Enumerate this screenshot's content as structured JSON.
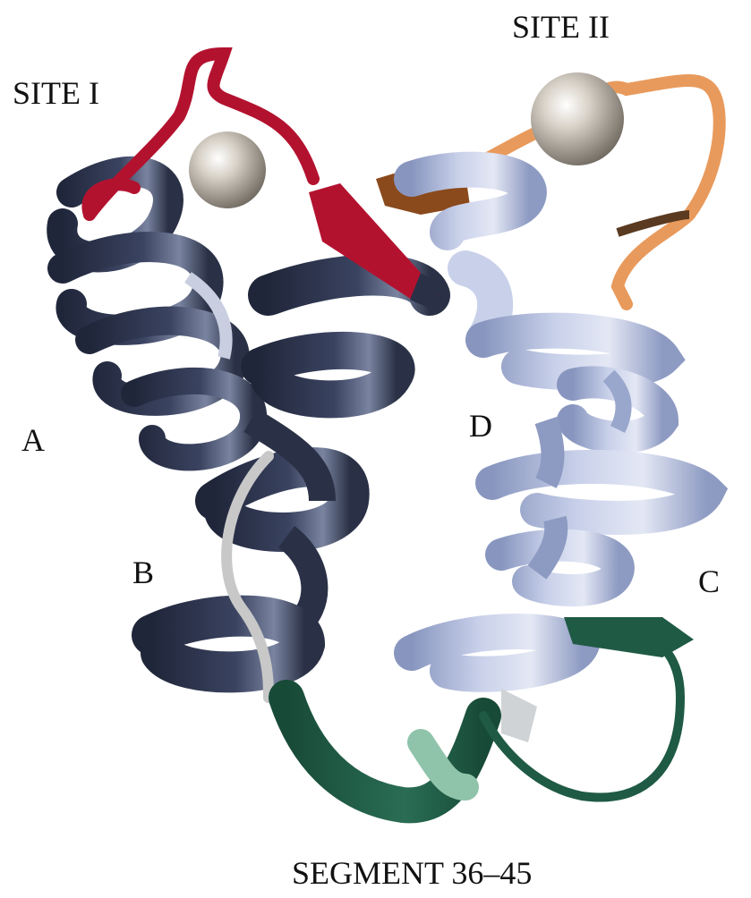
{
  "labels": {
    "site1": "SITE I",
    "site2": "SITE II",
    "helix_a": "A",
    "helix_b": "B",
    "helix_c": "C",
    "helix_d": "D",
    "segment": "SEGMENT 36–45"
  },
  "colors": {
    "site1_loop": "#b3122f",
    "site2_loop": "#e89a5c",
    "site2_block": "#8a4a1c",
    "dark_helix": "#2a3146",
    "dark_helix_light": "#6f7892",
    "light_helix": "#9aa7cc",
    "light_helix_highlight": "#dde3f2",
    "segment_green": "#1f5a45",
    "segment_light": "#8fc4aa",
    "linker_gray": "#c8c8c8",
    "ion_sphere": "#b8b2a8"
  },
  "icons": {
    "ion1": "calcium-ion-sphere",
    "ion2": "calcium-ion-sphere"
  }
}
